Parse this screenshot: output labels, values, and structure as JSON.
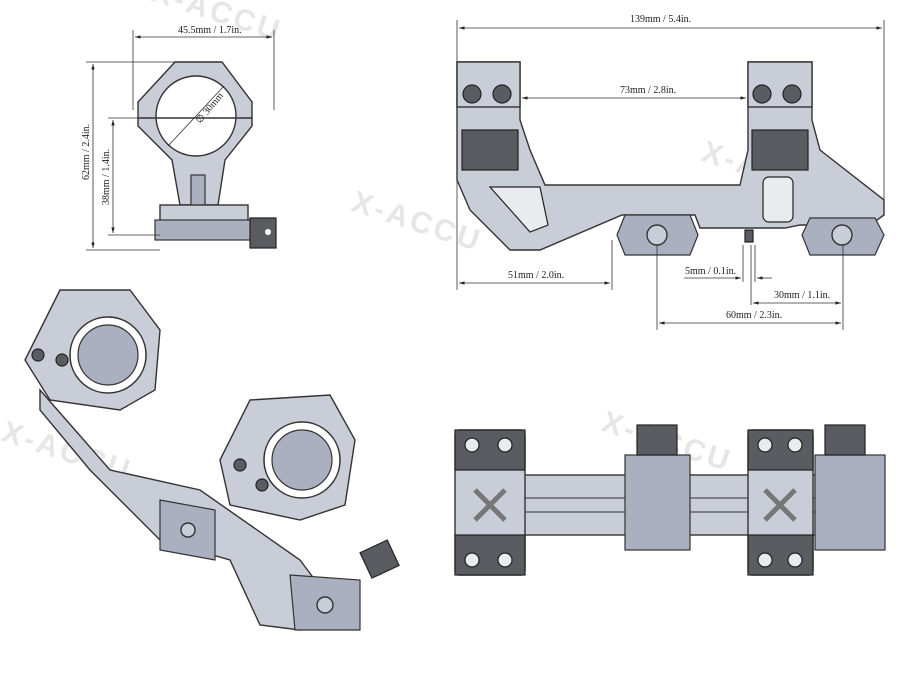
{
  "watermark": "X-ACCU",
  "front_view": {
    "width_label": "45.5mm / 1.7in.",
    "height_label": "62mm / 2.4in.",
    "center_height_label": "38mm / 1.4in.",
    "diameter_label": "∅ 30mm"
  },
  "side_view": {
    "length_label": "139mm / 5.4in.",
    "ring_spacing_label": "73mm / 2.8in.",
    "offset_label": "51mm / 2.0in.",
    "lug_label": "5mm / 0.1in.",
    "clamp_label": "30mm / 1.1in.",
    "clamp_spacing_label": "60mm / 2.3in."
  },
  "colors": {
    "metal": "#c9cdd8",
    "dark": "#5a5c62"
  }
}
